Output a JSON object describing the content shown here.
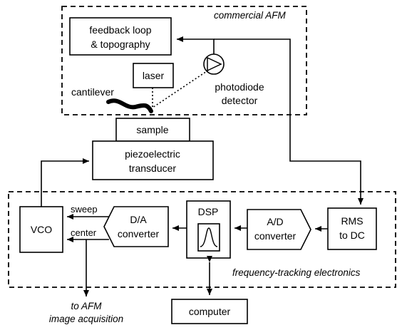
{
  "regions": {
    "commercial_afm": "commercial AFM",
    "frequency_tracking": "frequency-tracking electronics"
  },
  "blocks": {
    "feedback": [
      "feedback loop",
      "& topography"
    ],
    "laser": "laser",
    "photodiode": [
      "photodiode",
      "detector"
    ],
    "cantilever": "cantilever",
    "sample": "sample",
    "piezo": [
      "piezoelectric",
      "transducer"
    ],
    "vco": "VCO",
    "da": [
      "D/A",
      "converter"
    ],
    "dsp": "DSP",
    "ad": [
      "A/D",
      "converter"
    ],
    "rms": [
      "RMS",
      "to DC"
    ],
    "computer": "computer",
    "afm_out": [
      "to AFM",
      "image acquisition"
    ]
  },
  "signals": {
    "sweep": "sweep",
    "center": "center"
  }
}
